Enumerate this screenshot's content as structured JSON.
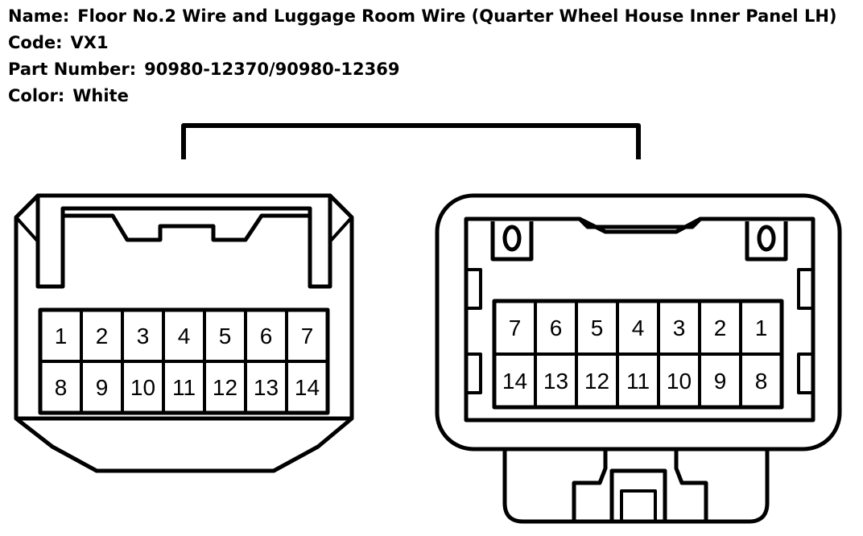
{
  "info": {
    "name_key": "Name:",
    "name_value": "Floor No.2 Wire and Luggage Room Wire (Quarter Wheel House Inner Panel LH)",
    "code_key": "Code:",
    "code_value": "VX1",
    "part_key": "Part Number:",
    "part_value": "90980-12370/90980-12369",
    "color_key": "Color:",
    "color_value": "White"
  },
  "male_connector": {
    "top_row": [
      "1",
      "2",
      "3",
      "4",
      "5",
      "6",
      "7"
    ],
    "bottom_row": [
      "8",
      "9",
      "10",
      "11",
      "12",
      "13",
      "14"
    ]
  },
  "female_connector": {
    "top_row": [
      "7",
      "6",
      "5",
      "4",
      "3",
      "2",
      "1"
    ],
    "bottom_row": [
      "14",
      "13",
      "12",
      "11",
      "10",
      "9",
      "8"
    ]
  }
}
